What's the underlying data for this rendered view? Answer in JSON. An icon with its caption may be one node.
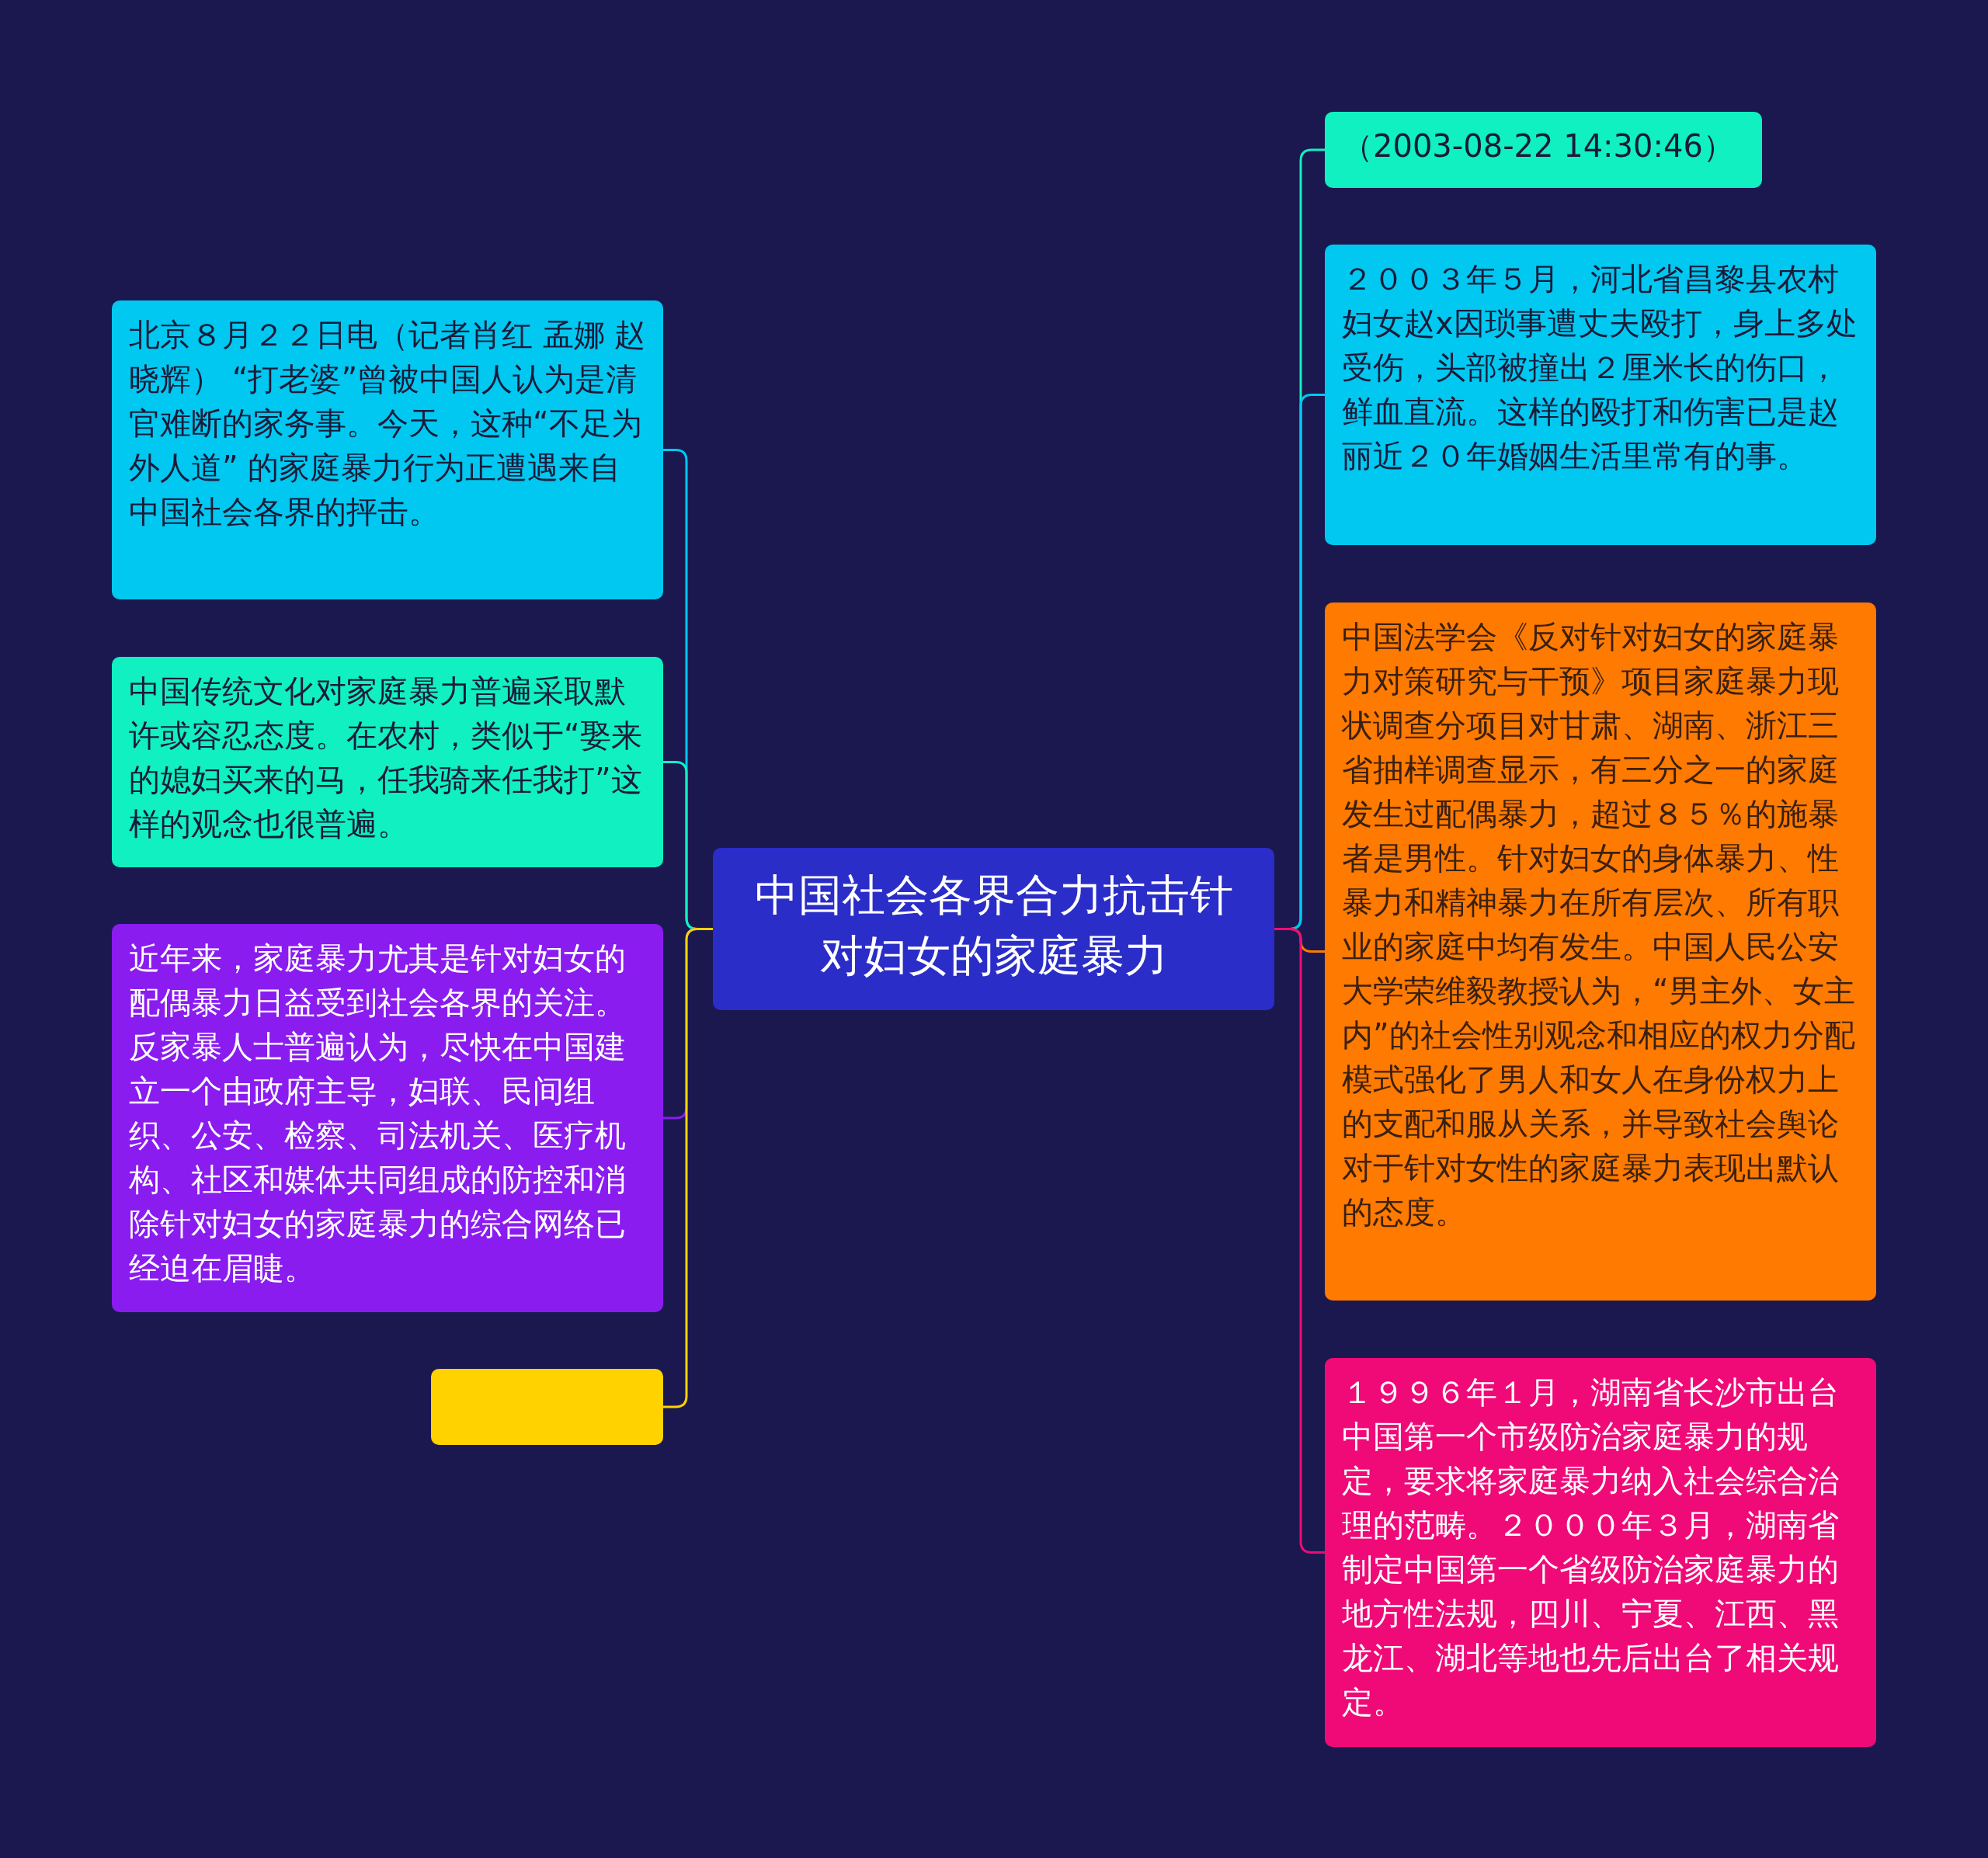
{
  "diagram": {
    "nodes": [
      {
        "text": [
          "中国社会各界合力抗击针对妇女的家庭暴力"
        ]
      },
      {
        "text": [
          "北京８月２２日电（记者肖红 孟娜 赵晓辉） “打老婆”曾被中国人认为是清官难断的家务事。今天，这种“不足为外人道” 的家庭暴力行为正遭遇来自中国社会各界的抨击。"
        ]
      },
      {
        "text": [
          "中国传统文化对家庭暴力普遍采取默许或容忍态度。在农村，类似于“娶来的媳妇买来的马，任我骑来任我打”这样的观念也很普遍。"
        ]
      },
      {
        "text": [
          "近年来，家庭暴力尤其是针对妇女的配偶暴力日益受到社会各界的关注。反家暴人士普遍认为，尽快在中国建立一个由政府主导，妇联、民间组织、公安、检察、司法机关、医疗机构、社区和媒体共同组成的防控和消除针对妇女的家庭暴力的综合网络已经迫在眉睫。"
        ]
      },
      {
        "text": [],
        "shape": "box"
      },
      {
        "text": [
          "（2003-08-22 14:30:46）"
        ]
      },
      {
        "text": [
          "２００３年５月，河北省昌黎县农村妇女赵x因琐事遭丈夫殴打，身上多处受伤，头部被撞出２厘米长的伤口，鲜血直流。这样的殴打和伤害已是赵丽近２０年婚姻生活里常有的事。"
        ]
      },
      {
        "text": [
          "中国法学会《反对针对妇女的家庭暴力对策研究与干预》项目家庭暴力现状调查分项目对甘肃、湖南、浙江三省抽样调查显示，有三分之一的家庭发生过配偶暴力，超过８５％的施暴者是男性。针对妇女的身体暴力、性暴力和精神暴力在所有层次、所有职业的家庭中均有发生。中国人民公安大学荣维毅教授认为，“男主外、女主内”的社会性别观念和相应的权力分配模式强化了男人和女人在身份权力上的支配和服从关系，并导致社会舆论对于针对女性的家庭暴力表现出默认的态度。"
        ]
      },
      {
        "text": [
          "１９９６年１月，湖南省长沙市出台中国第一个市级防治家庭暴力的规定，要求将家庭暴力纳入社会综合治理的范畴。２０００年３月，湖南省制定中国第一个省级防治家庭暴力的地方性法规，四川、宁夏、江西、黑龙江、湖北等地也先后出台了相关规定。"
        ]
      }
    ],
    "edges": [
      {
        "from": 0,
        "to": 1,
        "arrow": "none",
        "color": "#00c8f0"
      },
      {
        "from": 0,
        "to": 2,
        "arrow": "none",
        "color": "#10f0c0"
      },
      {
        "from": 0,
        "to": 3,
        "arrow": "none",
        "color": "#8a1cf0"
      },
      {
        "from": 0,
        "to": 4,
        "arrow": "none",
        "color": "#ffd200"
      },
      {
        "from": 0,
        "to": 5,
        "arrow": "none",
        "color": "#10f0c0"
      },
      {
        "from": 0,
        "to": 6,
        "arrow": "none",
        "color": "#00c8f0"
      },
      {
        "from": 0,
        "to": 7,
        "arrow": "none",
        "color": "#ff7a00"
      },
      {
        "from": 0,
        "to": 8,
        "arrow": "none",
        "color": "#f00a78"
      }
    ]
  }
}
